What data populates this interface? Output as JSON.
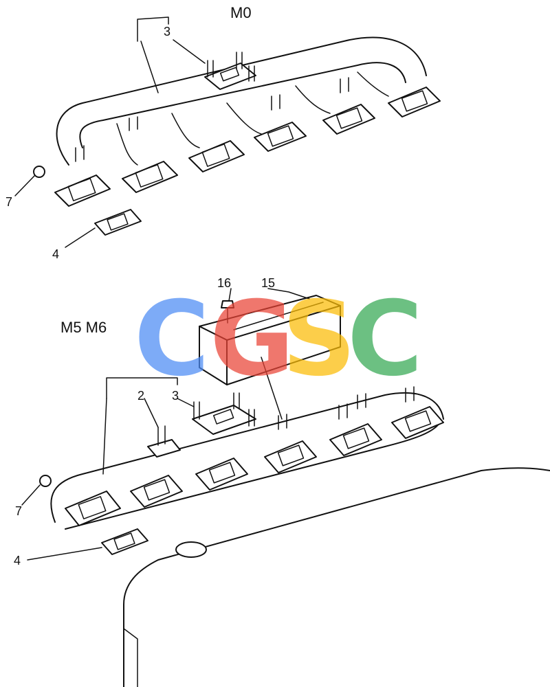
{
  "sections": {
    "top": "M0",
    "bottom": "M5 M6"
  },
  "callouts": {
    "top_3": "3",
    "top_7": "7",
    "top_4": "4",
    "bot_16": "16",
    "bot_15": "15",
    "bot_2": "2",
    "bot_3": "3",
    "bot_7": "7",
    "bot_4": "4"
  },
  "watermark": {
    "letters": [
      "C",
      "G",
      "S",
      "C"
    ],
    "colors": [
      "#4c8bf5",
      "#ea4335",
      "#fbbc05",
      "#34a853"
    ]
  }
}
